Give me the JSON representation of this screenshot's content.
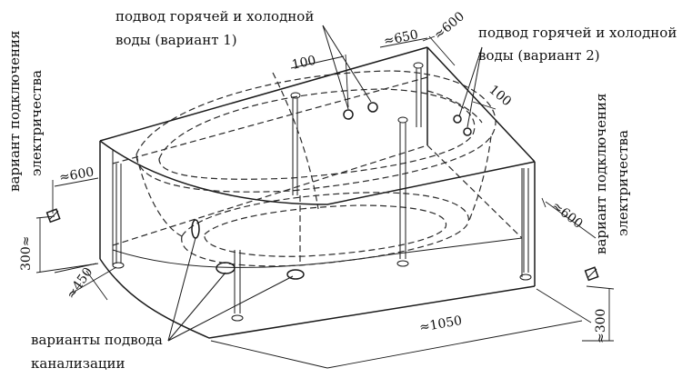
{
  "labels": {
    "hot_cold_v1_line1": "подвод горячей и холодной",
    "hot_cold_v1_line2": "воды (вариант 1)",
    "hot_cold_v2_line1": "подвод горячей и холодной",
    "hot_cold_v2_line2": "воды (вариант 2)",
    "electric_left_line1": "вариант подключения",
    "electric_left_line2": "электричества",
    "electric_right_line1": "вариант подключения",
    "electric_right_line2": "электричества",
    "drain_line1": "варианты подвода",
    "drain_line2": "канализации"
  },
  "dimensions": {
    "d650": "≈650",
    "d600_top": "≈600",
    "d100_left": "100",
    "d100_right": "100",
    "d600_left": "≈600",
    "d300_left": "300≈",
    "d450": "≈450",
    "d1050": "≈1050",
    "d600_right": "≈600",
    "d300_right": "≈300"
  }
}
